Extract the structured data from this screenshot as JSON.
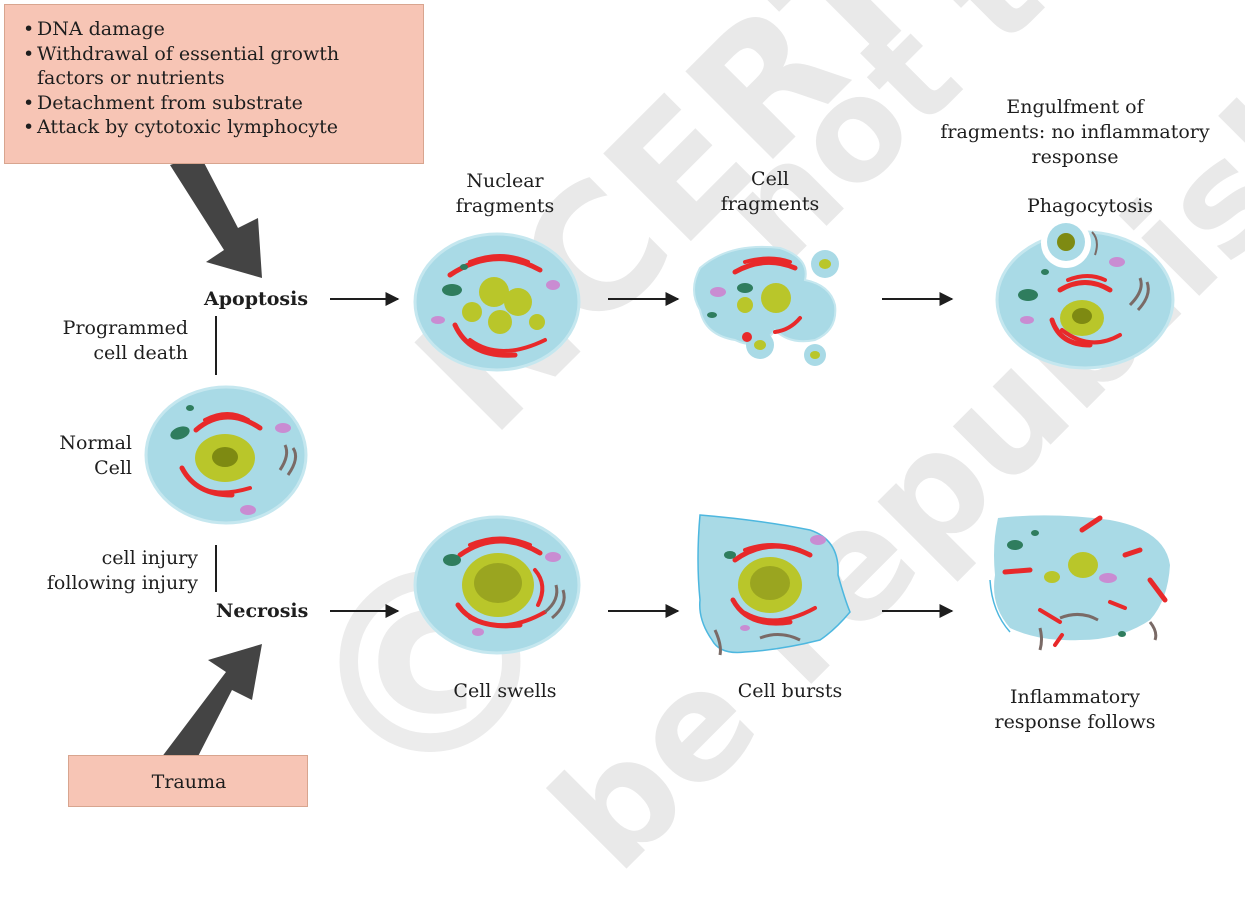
{
  "apoptosis_causes": [
    "DNA damage",
    "Withdrawal of essential growth factors or nutrients",
    "Detachment from substrate",
    "Attack by cytotoxic lymphocyte"
  ],
  "trauma_label": "Trauma",
  "apoptosis_label": "Apoptosis",
  "necrosis_label": "Necrosis",
  "programmed_label": [
    "Programmed",
    "cell death"
  ],
  "normal_label": [
    "Normal",
    "Cell"
  ],
  "injury_label": [
    "cell injury",
    "following injury"
  ],
  "top_captions": {
    "nuclear_fragments": [
      "Nuclear",
      "fragments"
    ],
    "cell_fragments": [
      "Cell",
      "fragments"
    ],
    "engulfment": [
      "Engulfment of",
      "fragments: no inflammatory",
      "response"
    ],
    "phagocytosis": "Phagocytosis"
  },
  "bottom_captions": {
    "cell_swells": "Cell swells",
    "cell_bursts": "Cell bursts",
    "inflammatory": [
      "Inflammatory",
      "response follows"
    ]
  },
  "watermark": [
    "©",
    "NCERT",
    "not to",
    "be republished"
  ],
  "colors": {
    "cell": "#a9dae6",
    "cell_edge": "#bfe5ee",
    "nucleus": "#b9c62a",
    "nucleolus": "#7e8a12",
    "er": "#e8292a",
    "mito_green": "#2f7d5e",
    "mito_pink": "#c98cd2",
    "filament": "#7a6a66",
    "box": "#f7c5b5",
    "arrow_big": "#444444"
  }
}
